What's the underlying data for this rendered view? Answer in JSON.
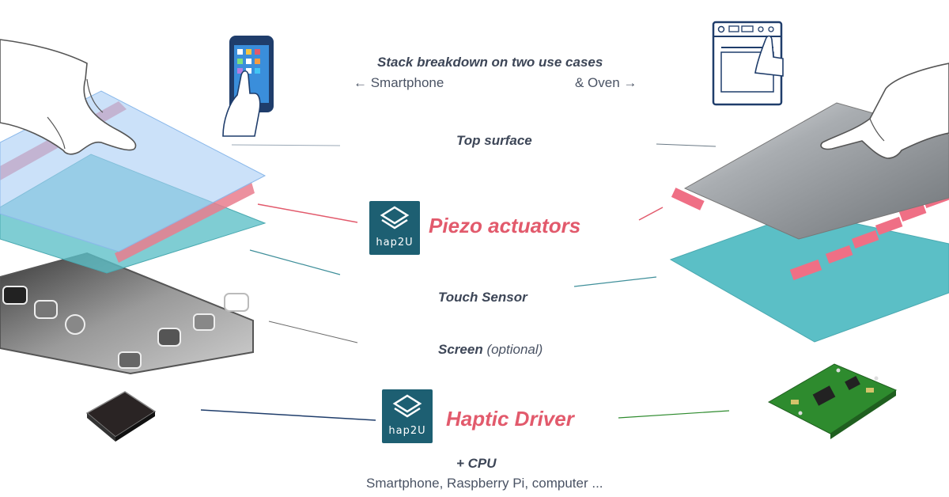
{
  "header": {
    "title": "Stack breakdown on two use cases",
    "left_case": "← Smartphone",
    "right_case": "& Oven →"
  },
  "layers": {
    "top_surface": "Top surface",
    "piezo": "Piezo actuators",
    "touch": "Touch Sensor",
    "screen": "Screen",
    "screen_note": "(optional)",
    "driver": "Haptic Driver"
  },
  "footer": {
    "cpu": "+ CPU",
    "devices": "Smartphone, Raspberry Pi, computer ..."
  },
  "logo": {
    "text": "hap2U"
  },
  "colors": {
    "accent_red": "#e25a6c",
    "logo_teal": "#1d5f72",
    "glass_blue": "#a9cdf5",
    "glass_teal": "#5bbfc6",
    "pcb_green": "#2e8b2e"
  },
  "icons": [
    "smartphone-icon",
    "oven-icon",
    "hand-icon",
    "chip-icon",
    "circuit-board-icon",
    "hap2u-logo"
  ]
}
